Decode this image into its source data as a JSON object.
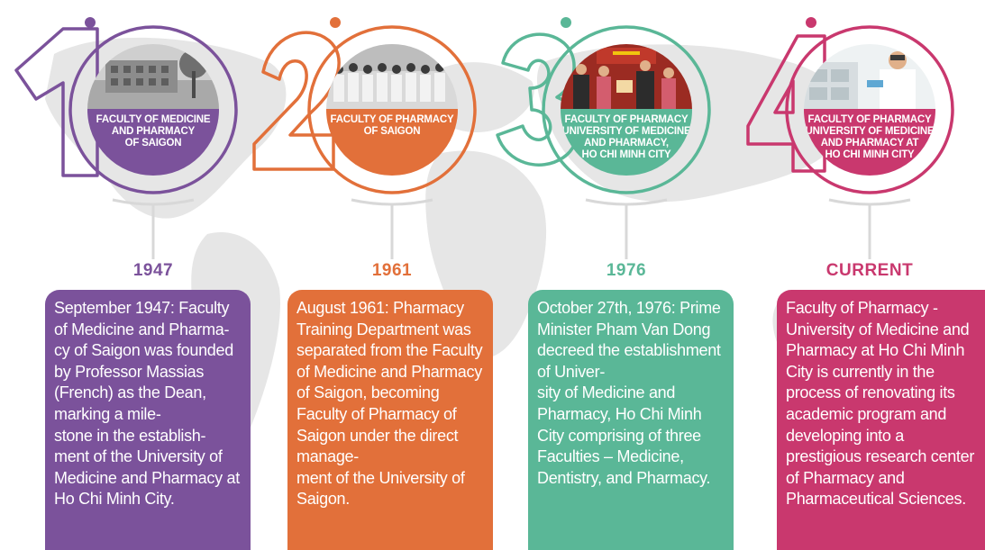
{
  "colors": {
    "purple": "#7B529B",
    "orange": "#E2703A",
    "green": "#5AB797",
    "pink": "#C9386E",
    "map": "#E3E3E3",
    "connector": "#D8D8D8"
  },
  "milestones": [
    {
      "number": "1",
      "circle_label": "FACULTY OF MEDICINE\nAND PHARMACY\nOF SAIGON",
      "year": "1947",
      "description": "September 1947: Faculty of Medicine and Pharma-\ncy of Saigon was founded by Professor Massias (French) as the Dean, marking a mile-\nstone in the establish-\nment of the University of Medicine and Pharmacy at Ho Chi Minh City."
    },
    {
      "number": "2",
      "circle_label": "FACULTY OF PHARMACY\nOF SAIGON",
      "year": "1961",
      "description": "August 1961: Pharmacy Training Department was separated from the Faculty of Medicine and Pharmacy of Saigon, becoming Faculty of Pharmacy of Saigon under the direct manage-\nment of the University of Saigon."
    },
    {
      "number": "3",
      "circle_label": "FACULTY OF PHARMACY\nUNIVERSITY OF MEDICINE\nAND PHARMACY,\nHO CHI MINH CITY",
      "year": "1976",
      "description": "October 27th, 1976: Prime Minister Pham Van Dong decreed the establishment of Univer-\nsity of Medicine and Pharmacy, Ho Chi Minh City comprising of three Faculties – Medicine, Dentistry, and Pharmacy."
    },
    {
      "number": "4",
      "circle_label": "FACULTY OF PHARMACY\nUNIVERSITY OF MEDICINE\nAND PHARMACY AT\nHO CHI MINH CITY",
      "year": "CURRENT",
      "description": "Faculty of Pharmacy - University of Medicine and Pharmacy at Ho Chi Minh City is currently in the process of renovating its academic program and developing into a prestigious research center of Pharmacy and Pharmaceutical Sciences."
    }
  ]
}
